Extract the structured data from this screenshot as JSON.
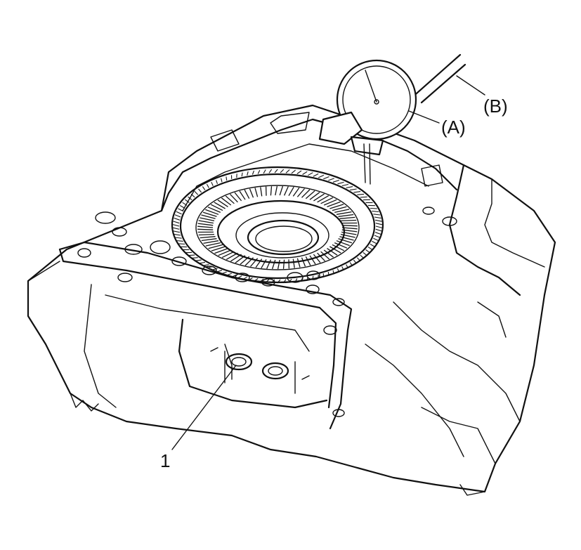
{
  "labels": {
    "part_1": "1",
    "tool_a": "(A)",
    "tool_b": "(B)"
  }
}
